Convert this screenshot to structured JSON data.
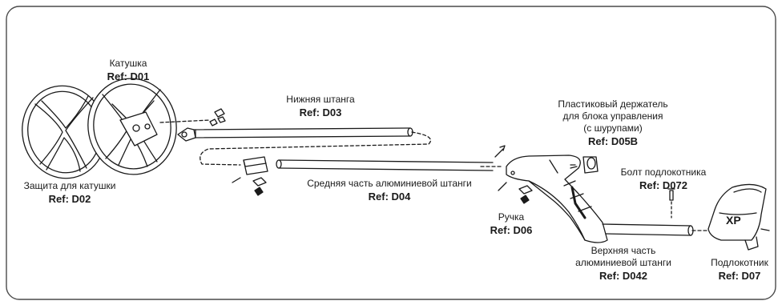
{
  "parts": {
    "coil": {
      "name": "Катушка",
      "ref": "Ref: D01"
    },
    "coil_cover": {
      "name": "Защита для катушки",
      "ref": "Ref: D02"
    },
    "lower_shaft": {
      "name": "Нижняя штанга",
      "ref": "Ref: D03"
    },
    "middle_shaft": {
      "name": "Средняя часть алюминиевой штанги",
      "ref": "Ref: D04"
    },
    "holder": {
      "name_line1": "Пластиковый держатель",
      "name_line2": "для блока управления",
      "name_line3": "(с шурупами)",
      "ref": "Ref: D05B"
    },
    "armrest_bolt": {
      "name": "Болт подлокотника",
      "ref": "Ref: D072"
    },
    "handle": {
      "name": "Ручка",
      "ref": "Ref: D06"
    },
    "upper_shaft": {
      "name_line1": "Верхняя часть",
      "name_line2": "алюминиевой штанги",
      "ref": "Ref: D042"
    },
    "armrest": {
      "name": "Подлокотник",
      "ref": "Ref: D07"
    }
  },
  "logo_text": "XP"
}
